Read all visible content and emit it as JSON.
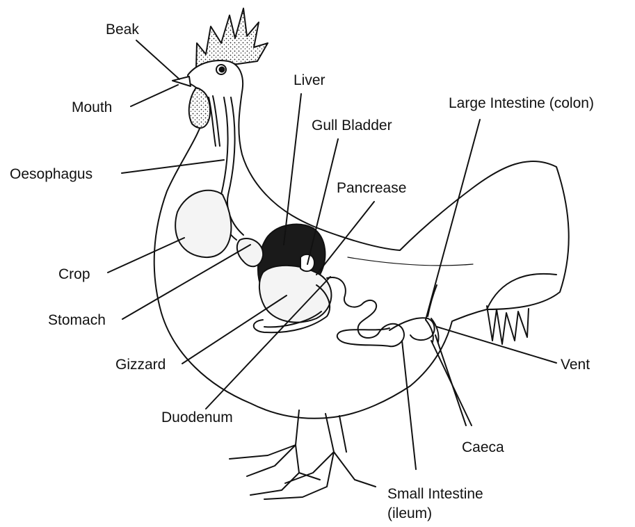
{
  "labels": {
    "beak": "Beak",
    "mouth": "Mouth",
    "oesophagus": "Oesophagus",
    "crop": "Crop",
    "stomach": "Stomach",
    "gizzard": "Gizzard",
    "duodenum": "Duodenum",
    "liver": "Liver",
    "gall_bladder": "Gull Bladder",
    "pancreas": "Pancrease",
    "large_intestine": "Large Intestine (colon)",
    "vent": "Vent",
    "caeca": "Caeca",
    "small_intestine_line1": "Small Intestine",
    "small_intestine_line2": "(ileum)"
  },
  "colors": {
    "ink": "#111111",
    "organ_fill": "#f4f4f4",
    "liver_fill": "#1a1a1a"
  }
}
